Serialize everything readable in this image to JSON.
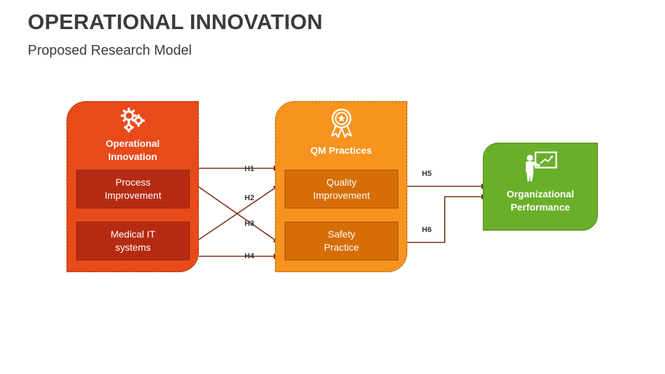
{
  "header": {
    "title": "OPERATIONAL INNOVATION",
    "subtitle": "Proposed Research Model"
  },
  "operational_innovation": {
    "title_line1": "Operational",
    "title_line2": "Innovation",
    "icon": "gears-icon",
    "items": [
      {
        "line1": "Process",
        "line2": "Improvement"
      },
      {
        "line1": "Medical IT",
        "line2": "systems"
      }
    ]
  },
  "qm_practices": {
    "title": "QM Practices",
    "icon": "award-badge-icon",
    "items": [
      {
        "line1": "Quality",
        "line2": "Improvement"
      },
      {
        "line1": "Safety",
        "line2": "Practice"
      }
    ]
  },
  "organizational_performance": {
    "title_line1": "Organizational",
    "title_line2": "Performance",
    "icon": "presenter-board-icon"
  },
  "hypotheses": [
    "H1",
    "H2",
    "H3",
    "H4",
    "H5",
    "H6"
  ],
  "colors": {
    "operational_innovation": "#e84a1a",
    "qm_practices": "#f7931e",
    "organizational_performance": "#6aaf2a",
    "connector": "#7a2e12"
  }
}
